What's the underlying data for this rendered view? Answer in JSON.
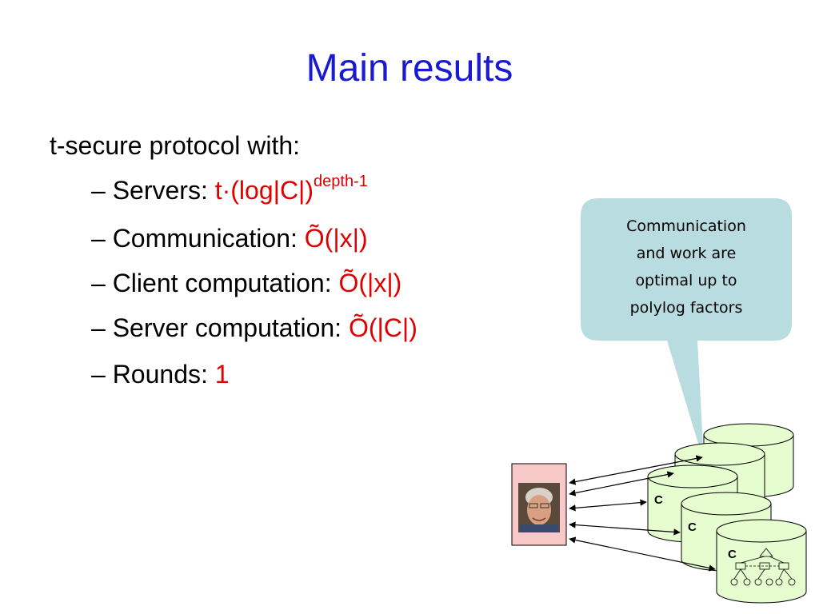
{
  "slide": {
    "title": "Main results",
    "intro": "t-secure protocol with:",
    "bullets": [
      {
        "label": "– Servers: ",
        "value": "t·(log|C|)",
        "sup": "depth-1"
      },
      {
        "label": "– Communication: ",
        "value": "Õ(|x|)"
      },
      {
        "label": "– Client computation: ",
        "value": "Õ(|x|)"
      },
      {
        "label": "– Server computation: ",
        "value": "Õ(|C|)"
      },
      {
        "label": "– Rounds: ",
        "value": "1"
      }
    ],
    "callout": [
      "Communication",
      "and work are",
      "optimal up to",
      "polylog factors"
    ],
    "servers": [
      {
        "label": "C"
      },
      {
        "label": "C"
      },
      {
        "label": "C"
      }
    ],
    "colors": {
      "title": "#1a1ad0",
      "highlight": "#e00000",
      "bubble": "#b9dce0",
      "cylinder": "#e6fdd0",
      "client_box": "#f7c9c9"
    },
    "icons": [
      "client-photo-icon",
      "server-cylinder-icon",
      "circuit-tree-icon"
    ]
  }
}
